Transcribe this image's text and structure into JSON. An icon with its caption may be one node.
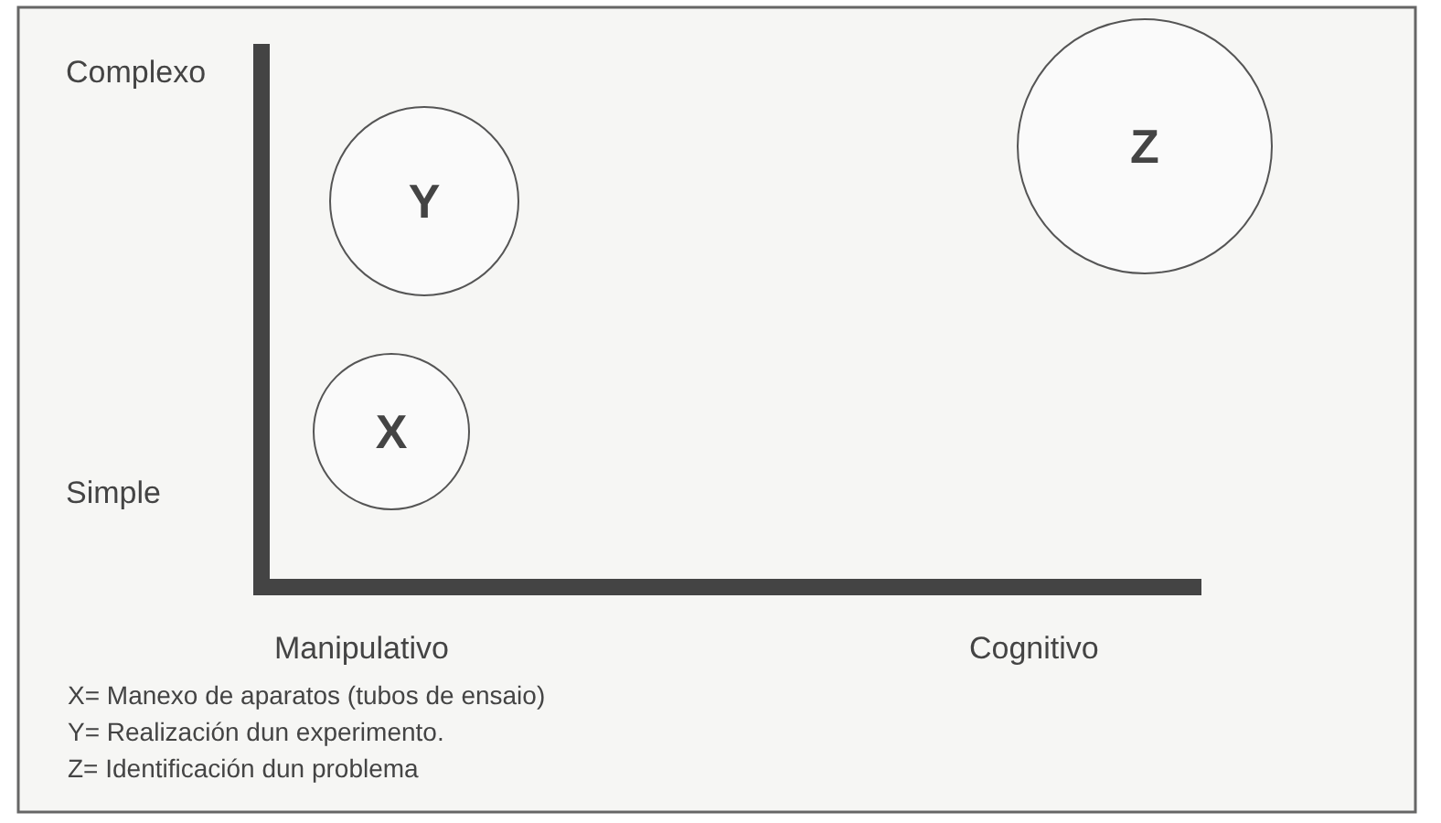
{
  "diagram": {
    "nodes": [
      {
        "text": [
          "Y"
        ]
      },
      {
        "text": [
          "Z"
        ]
      },
      {
        "text": [
          "X"
        ]
      }
    ],
    "labels": [
      "Complexo",
      "Simple",
      "Manipulativo",
      "Cognitivo",
      "X= Manexo de aparatos (tubos de ensaio)",
      "Y= Realización dun experimento.",
      "Z= Identificación dun problema"
    ]
  }
}
